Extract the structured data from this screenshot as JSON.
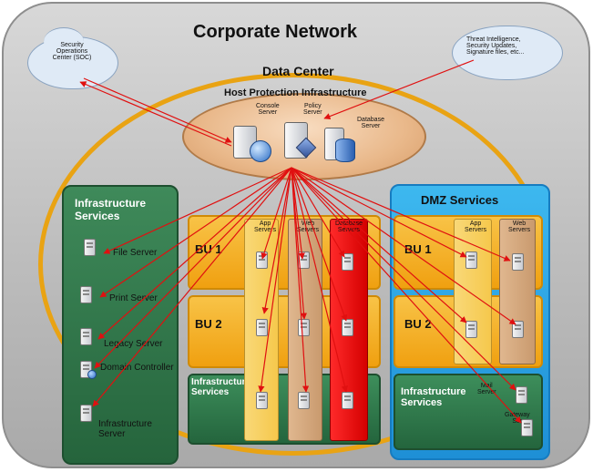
{
  "corporate_network": "Corporate Network",
  "soc": {
    "line1": "Security",
    "line2": "Operations",
    "line3": "Center (SOC)"
  },
  "intel": {
    "line1": "Threat Intelligence,",
    "line2": "Security  Updates,",
    "line3": "Signature files, etc..."
  },
  "data_center": "Data Center",
  "host_protection": "Host Protection Infrastructure",
  "console_server": {
    "line1": "Console",
    "line2": "Server"
  },
  "policy_server": {
    "line1": "Policy",
    "line2": "Server"
  },
  "database_server": {
    "line1": "Database",
    "line2": "Server"
  },
  "infra_left": {
    "title_line1": "Infrastructure",
    "title_line2": "Services",
    "items": [
      {
        "label": "File Server"
      },
      {
        "label": "Print Server"
      },
      {
        "label": "Legacy Server"
      },
      {
        "label": "Domain Controller"
      },
      {
        "label": "Infrastructure",
        "label2": "Server"
      }
    ]
  },
  "core": {
    "bu1": "BU  1",
    "bu2": "BU 2",
    "infra_line1": "Infrastructure",
    "infra_line2": "Services",
    "app_servers": {
      "line1": "App",
      "line2": "Servers"
    },
    "web_servers": {
      "line1": "Web",
      "line2": "Servers"
    },
    "database_servers": {
      "line1": "Database",
      "line2": "Servers"
    }
  },
  "dmz": {
    "title": "DMZ  Services",
    "bu1": "BU  1",
    "bu2": "BU 2",
    "app_servers": {
      "line1": "App",
      "line2": "Servers"
    },
    "web_servers": {
      "line1": "Web",
      "line2": "Servers"
    },
    "infra_line1": "Infrastructure",
    "infra_line2": "Services",
    "mail_server": {
      "line1": "Mail",
      "line2": "Server"
    },
    "gateway": {
      "line1": "Gateway",
      "line2": "Ser"
    }
  },
  "colors": {
    "arrow": "#e01010",
    "infrastructure_green": "#2f7a4a",
    "dmz_blue": "#2aa6e8",
    "bu_orange": "#f4b024",
    "database_red": "#e80000"
  }
}
